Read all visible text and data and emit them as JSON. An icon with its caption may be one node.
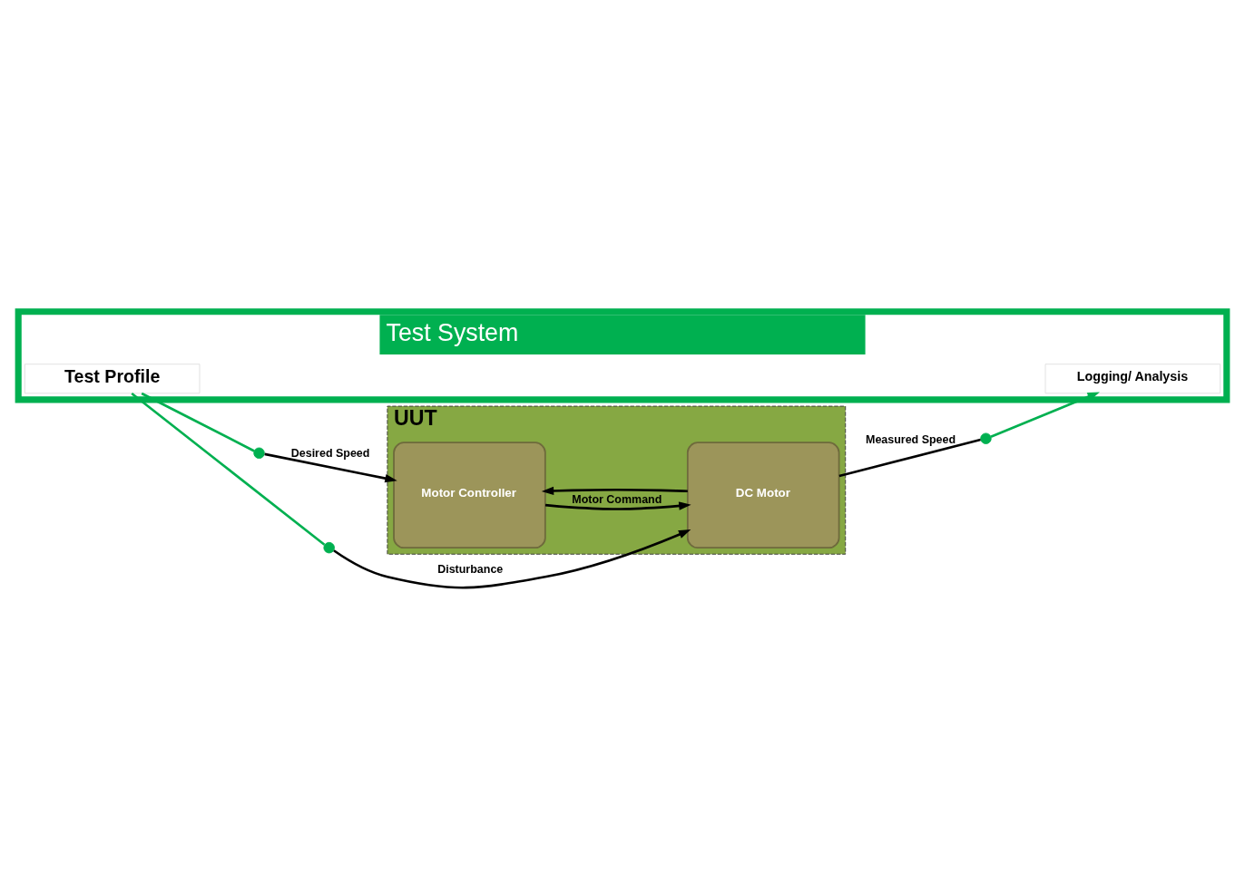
{
  "diagram": {
    "nodes": [
      {
        "text": [
          "Test System"
        ]
      },
      {
        "text": [
          "Test Profile"
        ],
        "in": 0
      },
      {
        "text": [
          "Logging/ Analysis"
        ],
        "in": 0
      },
      {
        "text": [
          "UUT"
        ]
      },
      {
        "text": [
          "Motor Controller"
        ],
        "in": 3
      },
      {
        "text": [
          "DC Motor"
        ],
        "in": 3
      },
      {
        "text": [],
        "shape": "circle"
      },
      {
        "text": [],
        "shape": "circle"
      },
      {
        "text": [],
        "shape": "circle"
      }
    ],
    "edges": [
      {
        "from": 1,
        "to": 6,
        "arrow": "none",
        "color": "#00b050"
      },
      {
        "from": 6,
        "to": 4,
        "arrow": "to",
        "label": "Desired Speed"
      },
      {
        "from": 1,
        "to": 7,
        "arrow": "none",
        "color": "#00b050"
      },
      {
        "from": 7,
        "to": 5,
        "arrow": "to",
        "label": "Disturbance"
      },
      {
        "from": 4,
        "to": 5,
        "arrow": "to",
        "label": "Motor Command"
      },
      {
        "from": 5,
        "to": 8,
        "arrow": "none",
        "label": "Measured Speed"
      },
      {
        "from": 8,
        "to": 2,
        "arrow": "to",
        "color": "#00b050"
      },
      {
        "from": 5,
        "to": 4,
        "arrow": "to"
      }
    ]
  }
}
